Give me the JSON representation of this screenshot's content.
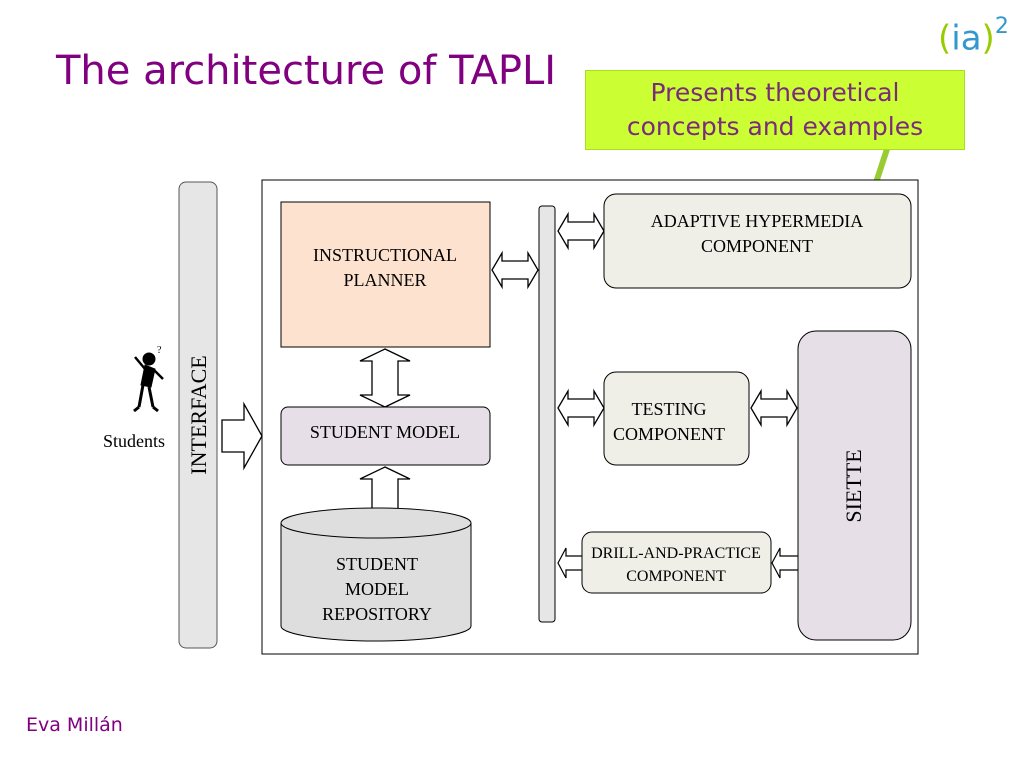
{
  "slide": {
    "title": "The architecture of TAPLI",
    "logo": {
      "open": "(",
      "text": "ia",
      "close": ")",
      "superscript": "2"
    },
    "callout": {
      "line1": "Presents theoretical",
      "line2": "concepts and examples"
    },
    "footer": "Eva Millán"
  },
  "diagram": {
    "actor_label": "Students",
    "interface_label": "INTERFACE",
    "instructional_planner": {
      "line1": "INSTRUCTIONAL",
      "line2": "PLANNER"
    },
    "student_model": "STUDENT MODEL",
    "repository": {
      "line1": "STUDENT",
      "line2": "MODEL",
      "line3": "REPOSITORY"
    },
    "adaptive_hypermedia": {
      "line1": "ADAPTIVE HYPERMEDIA",
      "line2": "COMPONENT"
    },
    "testing": {
      "line1": "TESTING",
      "line2": "COMPONENT"
    },
    "drill": {
      "line1": "DRILL-AND-PRACTICE",
      "line2": "COMPONENT"
    },
    "siette": "SIETTE",
    "colors": {
      "planner_fill": "#fde3cf",
      "student_model_fill": "#e6dfe8",
      "repository_fill": "#dedede",
      "component_fill": "#efefe8",
      "siette_fill": "#e6dfe8",
      "interface_fill": "#e6e6e6",
      "callout_fill": "#ccff33",
      "callout_line": "#99cc33"
    }
  }
}
